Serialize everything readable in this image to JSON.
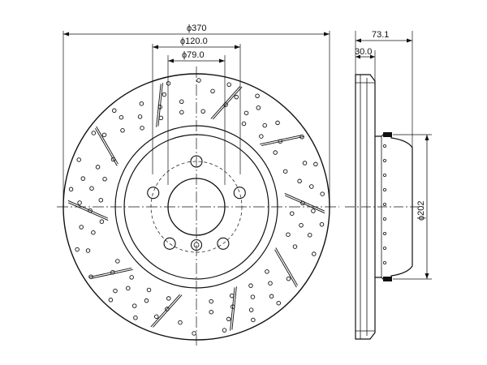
{
  "colors": {
    "ink": "#111111",
    "background": "#ffffff"
  },
  "dimensions": {
    "outer_diameter": "ϕ370",
    "hub_diameter": "ϕ120.0",
    "bore_diameter": "ϕ79.0",
    "total_height": "73.1",
    "disc_thickness": "30.0",
    "inner_diameter": "ϕ202"
  },
  "features": {
    "bolt_holes": 5,
    "slots": 10
  }
}
